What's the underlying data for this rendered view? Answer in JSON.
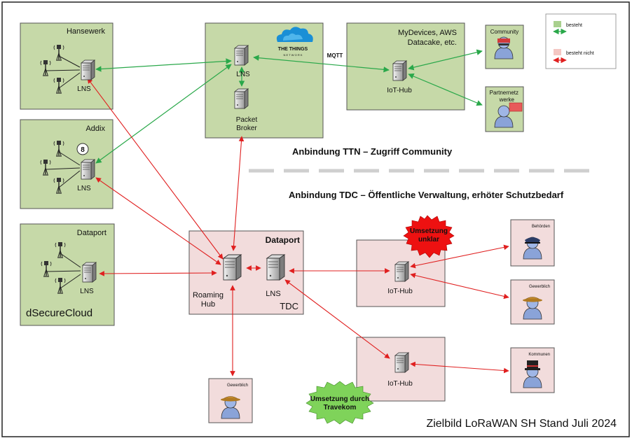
{
  "colors": {
    "green_box": "#c6d9a8",
    "pink_box": "#f2dcdc",
    "green_arrow": "#2aa84a",
    "red_arrow": "#e02020",
    "starburst_red": "#ee1111",
    "starburst_green": "#7fd35a"
  },
  "legend": {
    "exists": "besteht",
    "not_exists": "besteht nicht"
  },
  "boxes": {
    "hansewerk": "Hansewerk",
    "addix": "Addix",
    "addix_badge": "8",
    "dataport_left": "Dataport",
    "dsecurecloud": "dSecureCloud",
    "ttn_logo_line1": "THE THINGS",
    "ttn_logo_line2": "N E T W O R K",
    "mydevices_line1": "MyDevices, AWS",
    "mydevices_line2": "Datacake, etc.",
    "community": "Community",
    "partner_line1": "Partnernetz",
    "partner_line2": "werke",
    "dataport_center": "Dataport",
    "tdc": "TDC",
    "behoerden": "Behörden",
    "gewerblich": "Gewerblich",
    "kommunen": "Kommunen"
  },
  "labels": {
    "lns": "LNS",
    "iot_hub": "IoT-Hub",
    "packet": "Packet",
    "broker": "Broker",
    "roaming": "Roaming",
    "hub": "Hub",
    "mqtt": "MQTT"
  },
  "headings": {
    "ttn": "Anbindung TTN – Zugriff Community",
    "tdc": "Anbindung TDC – Öffentliche Verwaltung, erhöter Schutzbedarf"
  },
  "bursts": {
    "red_line1": "Umsetzung",
    "red_line2": "unklar",
    "green_line1": "Umsetzung durch",
    "green_line2": "Travekom"
  },
  "footer": "Zielbild LoRaWAN SH Stand Juli 2024"
}
